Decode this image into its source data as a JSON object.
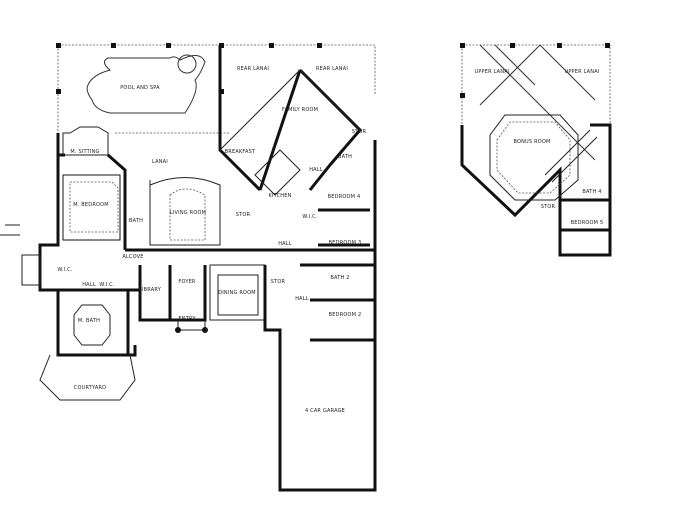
{
  "first_floor": {
    "rooms": {
      "pool_and_spa": "POOL AND SPA",
      "rear_lanai_left": "REAR LANAI",
      "rear_lanai_right": "REAR LANAI",
      "family_room": "FAMILY ROOM",
      "breakfast": "BREAKFAST",
      "m_sitting": "M. SITTING",
      "lanai": "LANAI",
      "m_bedroom": "M. BEDROOM",
      "bath": "BATH",
      "living_room": "LIVING ROOM",
      "kitchen": "KITCHEN",
      "stor_kitchen": "STOR",
      "stor_family": "STOR",
      "bath_family": "BATH",
      "hall_family": "HALL",
      "bedroom_4": "BEDROOM 4",
      "wic_bed4": "W.I.C.",
      "hall_mid": "HALL",
      "bedroom_3": "BEDROOM 3",
      "bath_2": "BATH 2",
      "stor_hall": "STOR",
      "hall_lower": "HALL",
      "bedroom_2": "BEDROOM 2",
      "alcove": "ALCOVE",
      "wic_left": "W.I.C.",
      "hall_master": "HALL",
      "wic_right": "W.I.C.",
      "library": "LIBRARY",
      "foyer": "FOYER",
      "entry": "ENTRY",
      "dining_room": "DINING ROOM",
      "m_bath": "M. BATH",
      "courtyard": "COURTYARD",
      "garage": "4 CAR GARAGE"
    }
  },
  "second_floor": {
    "rooms": {
      "upper_lanai_left": "UPPER LANAI",
      "upper_lanai_right": "UPPER LANAI",
      "bonus_room": "BONUS ROOM",
      "bath_4": "BATH 4",
      "stor": "STOR",
      "bedroom_5": "BEDROOM 5"
    }
  }
}
